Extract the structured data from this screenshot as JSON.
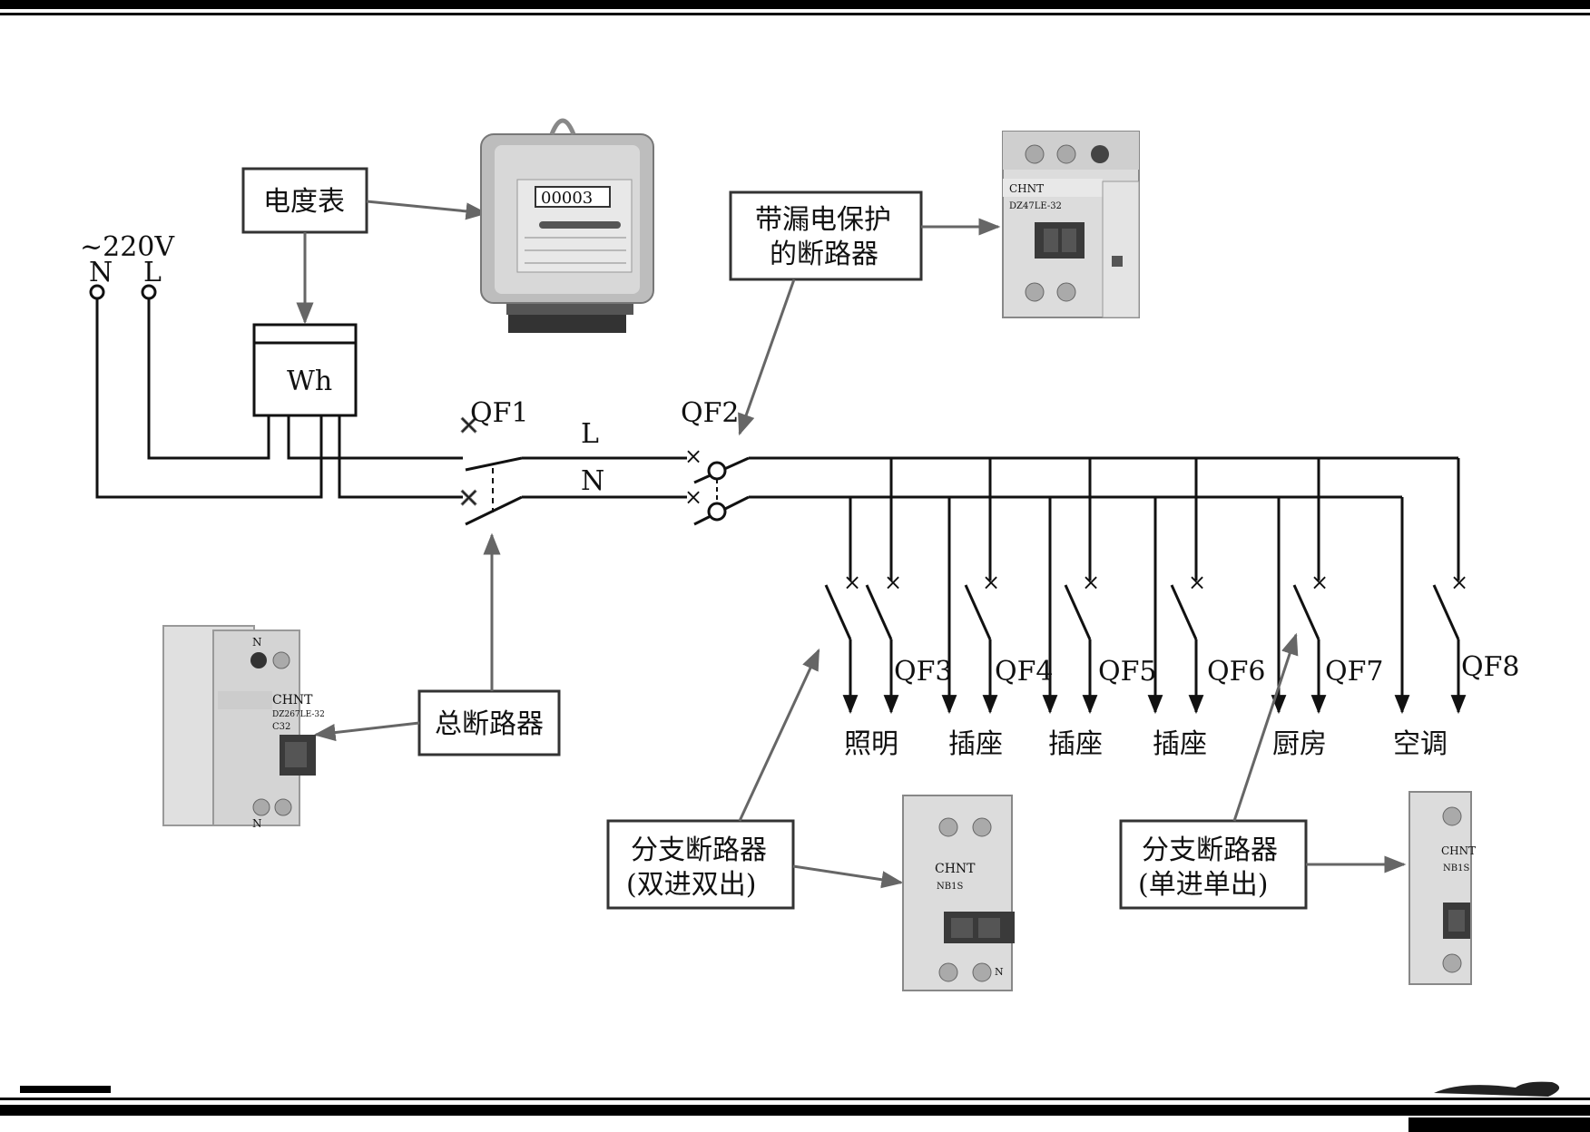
{
  "supply": {
    "voltage": "~220V",
    "n": "N",
    "l": "L"
  },
  "meter": {
    "symbol": "Wh",
    "callout": "电度表",
    "digits": "00003"
  },
  "breakers": {
    "qf1": "QF1",
    "qf2": "QF2",
    "qf3": "QF3",
    "qf4": "QF4",
    "qf5": "QF5",
    "qf6": "QF6",
    "qf7": "QF7",
    "qf8": "QF8"
  },
  "lines": {
    "l": "L",
    "n": "N"
  },
  "circuits": [
    "照明",
    "插座",
    "插座",
    "插座",
    "厨房",
    "空调"
  ],
  "callouts": {
    "leakage_line1": "带漏电保护",
    "leakage_line2": "的断路器",
    "main": "总断路器",
    "branch_double_line1": "分支断路器",
    "branch_double_line2": "(双进双出)",
    "branch_single_line1": "分支断路器",
    "branch_single_line2": "(单进单出)"
  },
  "device_labels": {
    "brand": "CHNT",
    "leakage_model": "DZ47LE-32",
    "main_model": "DZ267LE-32",
    "main_rating": "C32",
    "branch_model": "NB1S",
    "terminal_n": "N"
  },
  "colors": {
    "line": "#111111",
    "arrow": "#666666",
    "device_body": "#d9d9d9"
  }
}
